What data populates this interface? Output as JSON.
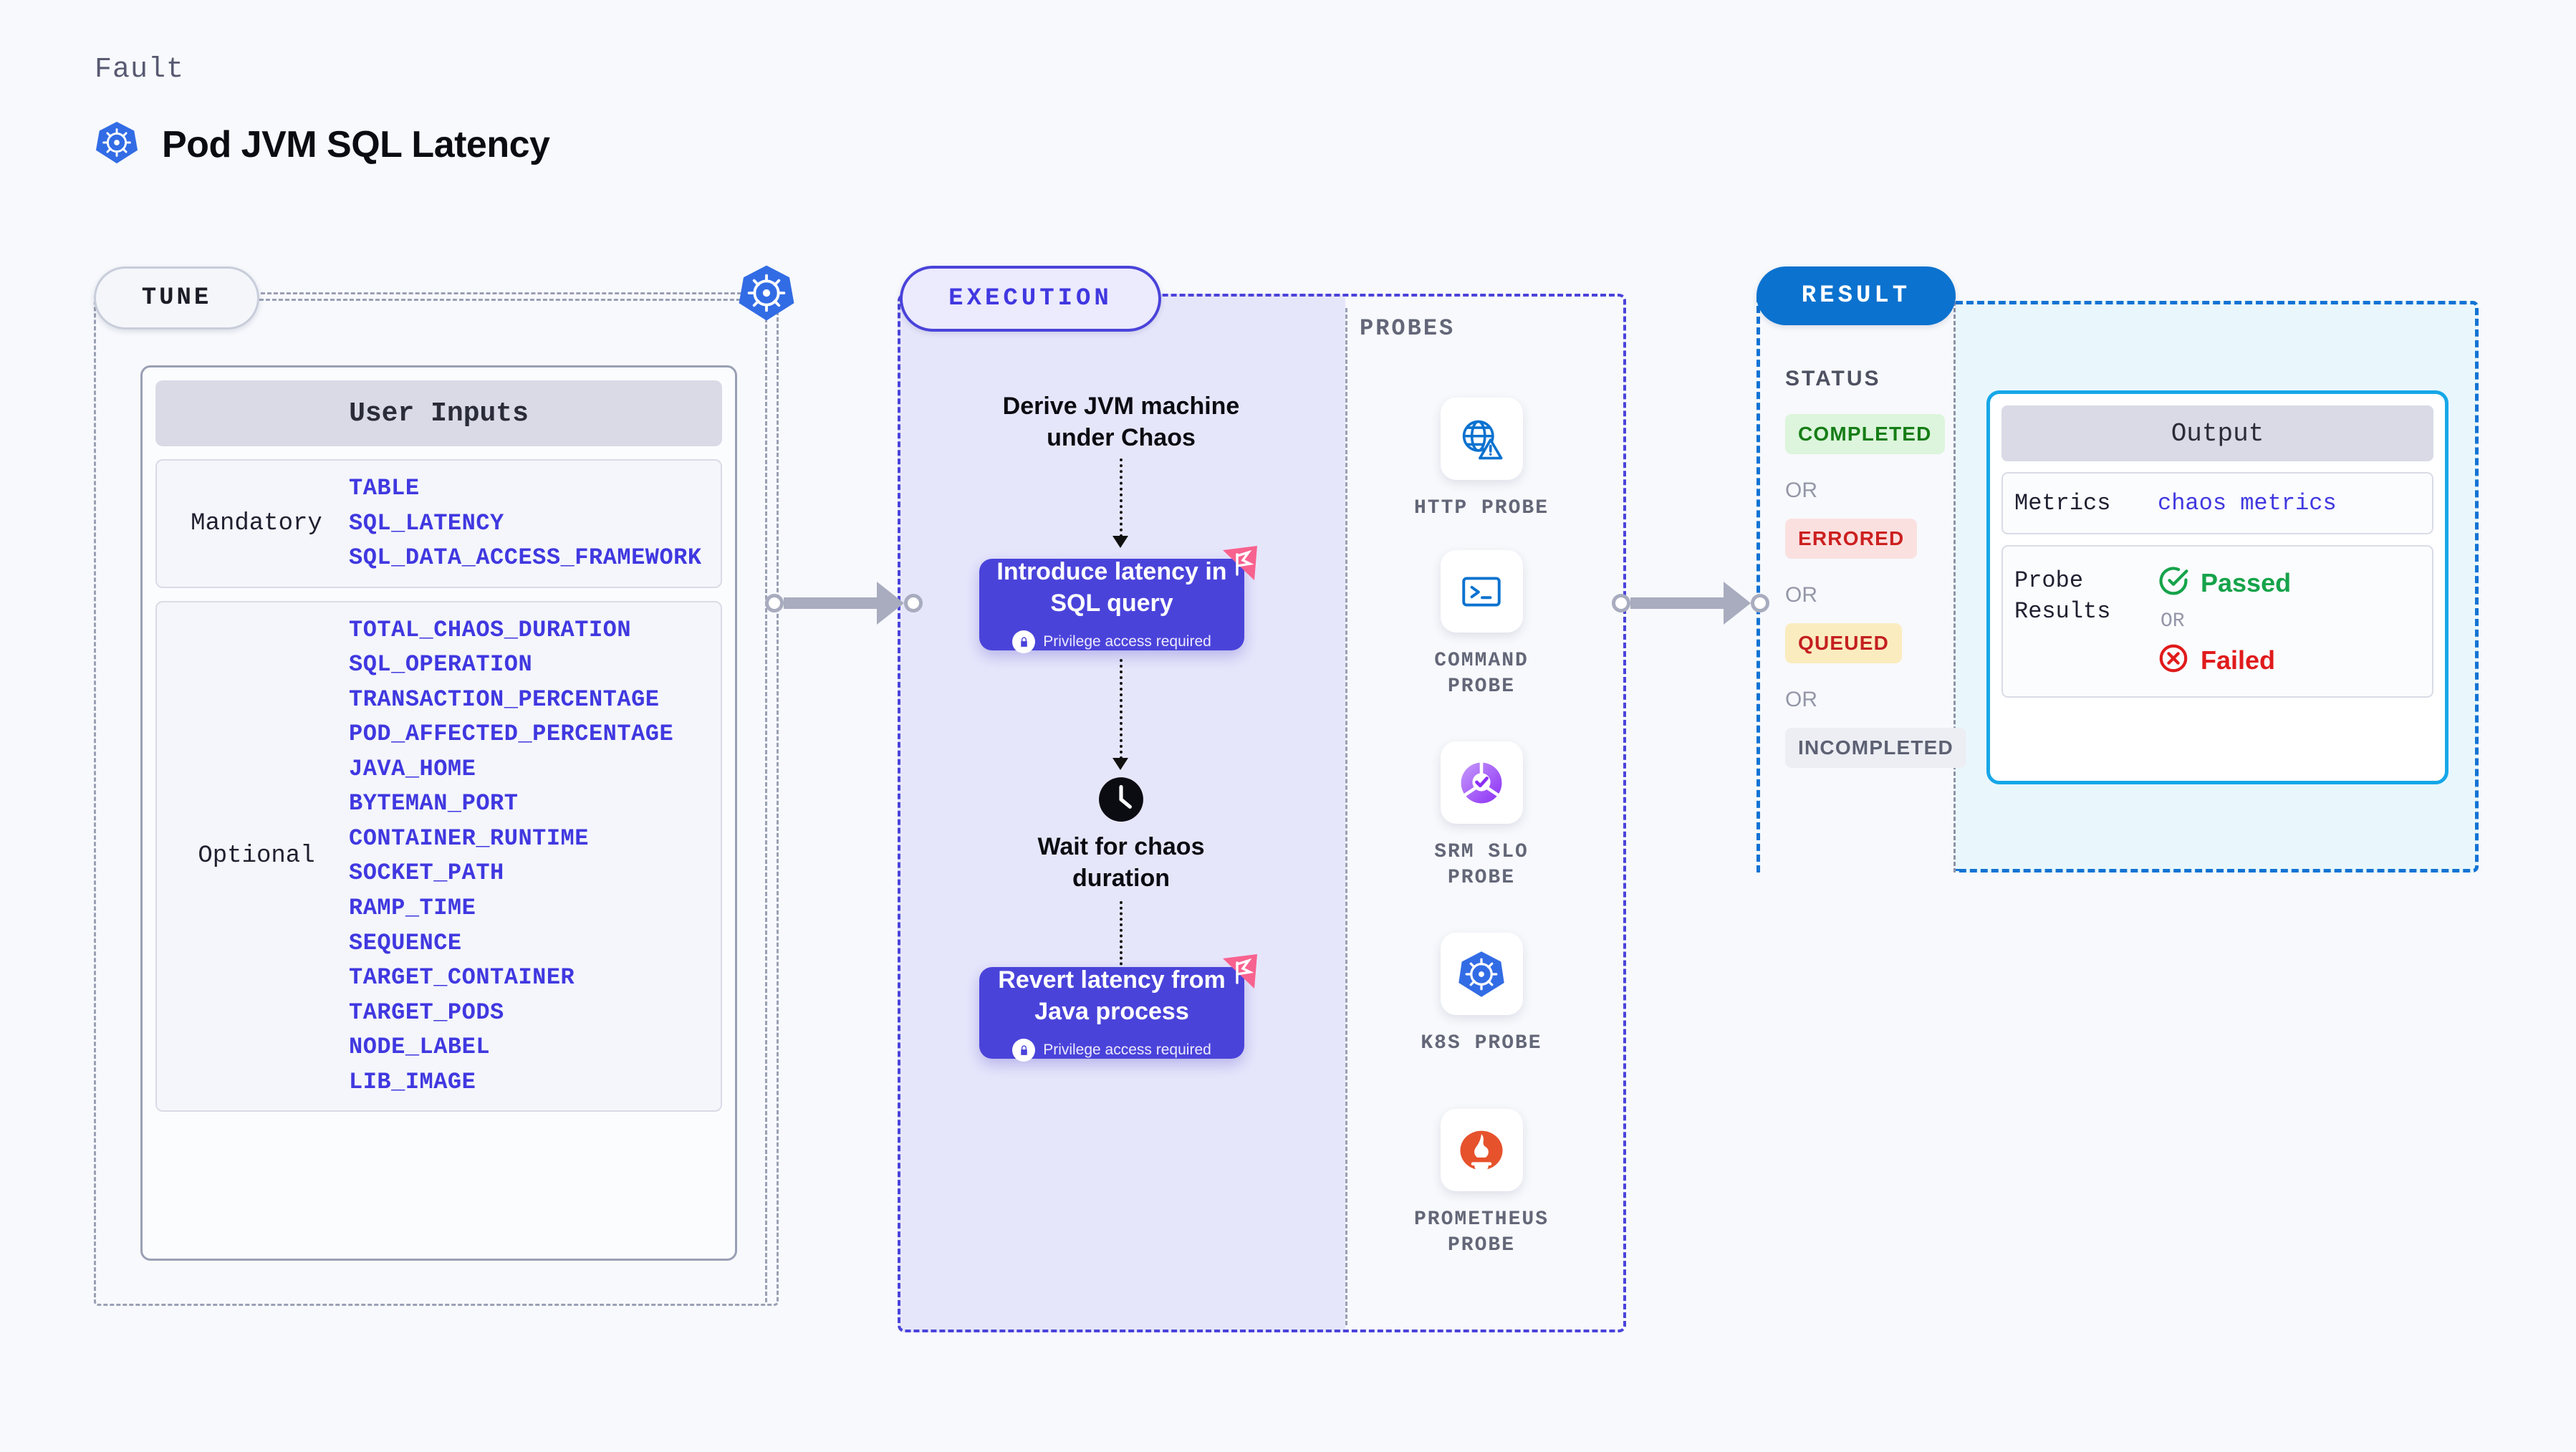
{
  "header": {
    "kicker": "Fault",
    "title": "Pod JVM SQL Latency",
    "icon": "kubernetes-icon"
  },
  "tune": {
    "pill_label": "TUNE",
    "badge_icon": "kubernetes-icon",
    "card": {
      "header": "User Inputs",
      "groups": [
        {
          "label": "Mandatory",
          "params": [
            "TABLE",
            "SQL_LATENCY",
            "SQL_DATA_ACCESS_FRAMEWORK"
          ]
        },
        {
          "label": "Optional",
          "params": [
            "TOTAL_CHAOS_DURATION",
            "SQL_OPERATION",
            "TRANSACTION_PERCENTAGE",
            "POD_AFFECTED_PERCENTAGE",
            "JAVA_HOME",
            "BYTEMAN_PORT",
            "CONTAINER_RUNTIME",
            "SOCKET_PATH",
            "RAMP_TIME",
            "SEQUENCE",
            "TARGET_CONTAINER",
            "TARGET_PODS",
            "NODE_LABEL",
            "LIB_IMAGE"
          ]
        }
      ]
    }
  },
  "execution": {
    "pill_label": "EXECUTION",
    "steps": [
      {
        "type": "text",
        "label": "Derive JVM machine\nunder Chaos"
      },
      {
        "type": "card",
        "label": "Introduce latency in\nSQL query",
        "note": "Privilege access required",
        "flag": true
      },
      {
        "type": "wait",
        "label": "Wait for chaos\nduration",
        "icon": "clock-icon"
      },
      {
        "type": "card",
        "label": "Revert latency from\nJava process",
        "note": "Privilege access required",
        "flag": true
      }
    ]
  },
  "probes": {
    "label": "PROBES",
    "items": [
      {
        "name": "HTTP PROBE",
        "icon": "globe-warning-icon"
      },
      {
        "name": "COMMAND\nPROBE",
        "icon": "terminal-icon"
      },
      {
        "name": "SRM SLO\nPROBE",
        "icon": "slo-gauge-icon"
      },
      {
        "name": "K8S PROBE",
        "icon": "kubernetes-icon"
      },
      {
        "name": "PROMETHEUS\nPROBE",
        "icon": "prometheus-icon"
      }
    ]
  },
  "result": {
    "pill_label": "RESULT",
    "status_label": "STATUS",
    "or_label": "OR",
    "statuses": [
      {
        "label": "COMPLETED",
        "bg": "#dcf5dc",
        "fg": "#167d16"
      },
      {
        "label": "ERRORED",
        "bg": "#fbe0e0",
        "fg": "#cc2020"
      },
      {
        "label": "QUEUED",
        "bg": "#fbecc0",
        "fg": "#c42020"
      },
      {
        "label": "INCOMPLETED",
        "bg": "#eceef4",
        "fg": "#5d6173"
      }
    ],
    "output": {
      "header": "Output",
      "metrics_key": "Metrics",
      "metrics_value": "chaos metrics",
      "probe_key": "Probe\nResults",
      "passed": "Passed",
      "or_label": "OR",
      "failed": "Failed"
    }
  },
  "colors": {
    "background": "#f7f9fc",
    "purple": "#4a43da",
    "param_blue": "#4038e0",
    "result_blue": "#0b72cf",
    "cyan": "#16a7e8",
    "pink_flag": "#f8628f"
  }
}
